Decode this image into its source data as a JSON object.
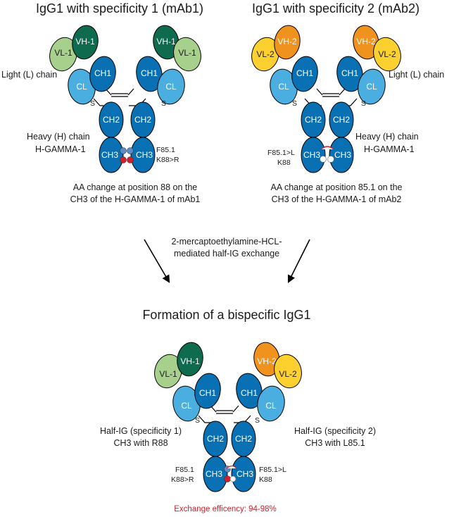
{
  "titles": {
    "mab1": "IgG1 with specificity 1 (mAb1)",
    "mab2": "IgG1 with specificity 2 (mAb2)",
    "bispecific": "Formation of a bispecific IgG1"
  },
  "domains": {
    "vh1": "VH-1",
    "vl1": "VL-1",
    "vh2": "VH-2",
    "vl2": "VL-2",
    "ch1": "CH1",
    "cl": "CL",
    "ch2": "CH2",
    "ch3": "CH3"
  },
  "labels": {
    "light_chain": "Light (L) chain",
    "heavy_chain": "Heavy (H) chain",
    "h_gamma": "H-GAMMA-1",
    "f85_1": "F85.1",
    "k88r": "K88>R",
    "f85_1l": "F85.1>L",
    "k88": "K88",
    "mab1_change_1": "AA change at position 88 on the",
    "mab1_change_2": "CH3 of the H-GAMMA-1 of mAb1",
    "mab2_change_1": "AA change at position 85.1 on the",
    "mab2_change_2": "CH3 of the H-GAMMA-1 of mAb2",
    "exchange_1": "2-mercaptoethylamine-HCL-",
    "exchange_2": "mediated half-IG exchange",
    "half1_1": "Half-IG (specificity 1)",
    "half1_2": "CH3 with R88",
    "half2_1": "Half-IG (specificity 2)",
    "half2_2": "CH3 with L85.1",
    "disulfide": "S",
    "efficiency": "Exchange efficency: 94-98%"
  },
  "colors": {
    "vh1": "#0e6b4e",
    "vl1": "#a8d08d",
    "vh2": "#f0921e",
    "vl2": "#fcd12f",
    "heavy": "#0a70b4",
    "cl": "#4aafe0",
    "knob_blue": "#5a8cc8",
    "knob_red": "#d0202a",
    "efficiency": "#d0202a"
  }
}
